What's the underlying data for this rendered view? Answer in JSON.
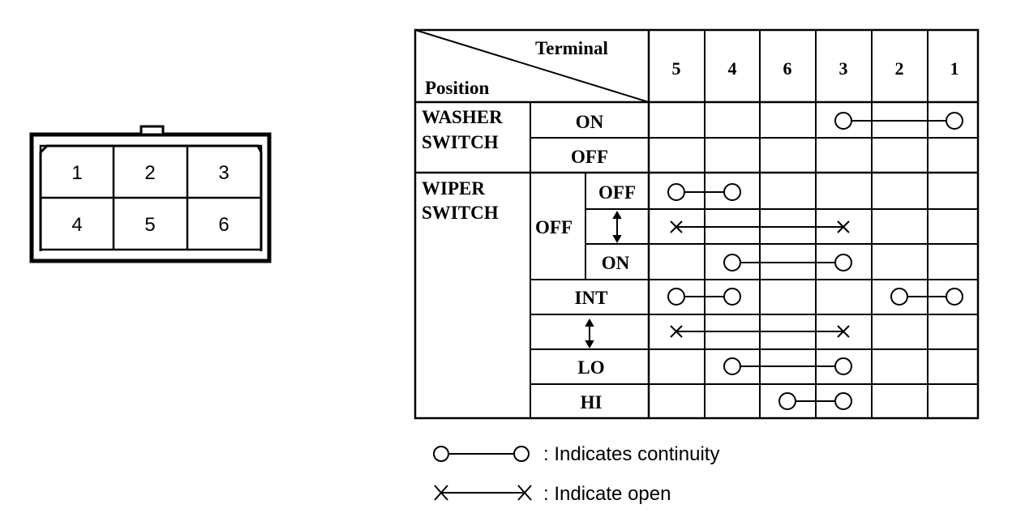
{
  "connector": {
    "pins_top": [
      "1",
      "2",
      "3"
    ],
    "pins_bottom": [
      "4",
      "5",
      "6"
    ]
  },
  "table": {
    "header": {
      "terminal_label": "Terminal",
      "position_label": "Position"
    },
    "terminals": [
      "5",
      "4",
      "6",
      "3",
      "2",
      "1"
    ],
    "washer_switch": {
      "label_line1": "WASHER",
      "label_line2": "SWITCH",
      "on": "ON",
      "off": "OFF"
    },
    "wiper_switch": {
      "label_line1": "WIPER",
      "label_line2": "SWITCH",
      "off_group": "OFF",
      "off": "OFF",
      "on": "ON",
      "int": "INT",
      "lo": "LO",
      "hi": "HI"
    },
    "connections": [
      {
        "row": "washer_on",
        "type": "continuity",
        "terminals": [
          "3",
          "1"
        ]
      },
      {
        "row": "wiper_off_off",
        "type": "continuity",
        "terminals": [
          "5",
          "4"
        ]
      },
      {
        "row": "wiper_off_transition",
        "type": "open",
        "terminals": [
          "5",
          "3"
        ]
      },
      {
        "row": "wiper_off_on",
        "type": "continuity",
        "terminals": [
          "4",
          "3"
        ]
      },
      {
        "row": "wiper_int",
        "type": "continuity",
        "terminals": [
          "5",
          "4"
        ]
      },
      {
        "row": "wiper_int",
        "type": "continuity",
        "terminals": [
          "2",
          "1"
        ]
      },
      {
        "row": "wiper_int_lo_transition",
        "type": "open",
        "terminals": [
          "5",
          "3"
        ]
      },
      {
        "row": "wiper_lo",
        "type": "continuity",
        "terminals": [
          "4",
          "3"
        ]
      },
      {
        "row": "wiper_hi",
        "type": "continuity",
        "terminals": [
          "6",
          "3"
        ]
      }
    ]
  },
  "legend": {
    "continuity": ": Indicates continuity",
    "open": ": Indicate open"
  }
}
